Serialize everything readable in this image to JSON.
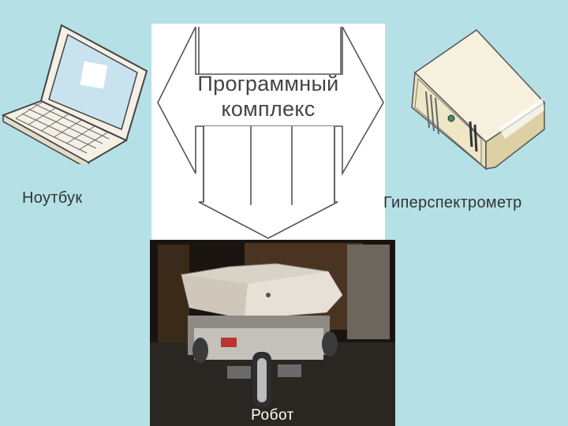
{
  "diagram": {
    "hub_line1": "Программный",
    "hub_line2": "комплекс",
    "laptop_label": "Ноутбук",
    "spectrometer_label": "Гиперспектрометр",
    "robot_label": "Робот"
  },
  "colors": {
    "background": "#b5e0e6",
    "panel": "#ffffff",
    "arrow_fill": "#ffffff",
    "arrow_stroke": "#555555",
    "device_beige": "#efe6c6",
    "laptop_screen": "#c9e3ee"
  },
  "icons": [
    "laptop-icon",
    "desktop-computer-icon",
    "robot-photo"
  ]
}
